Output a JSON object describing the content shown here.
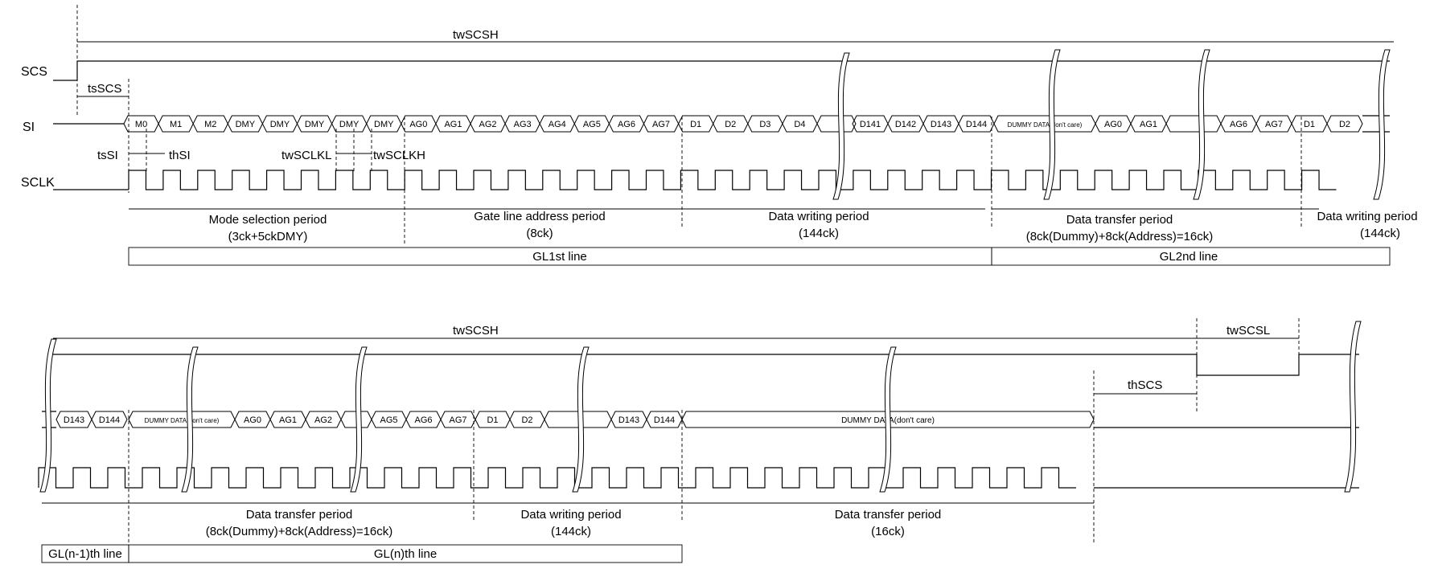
{
  "signals": {
    "scs": "SCS",
    "si": "SI",
    "sclk": "SCLK"
  },
  "timing": {
    "twSCSH": "twSCSH",
    "tsSCS": "tsSCS",
    "tsSI": "tsSI",
    "thSI": "thSI",
    "twSCLKL": "twSCLKL",
    "twSCLKH": "twSCLKH",
    "thSCS": "thSCS",
    "twSCSL": "twSCSL"
  },
  "top": {
    "si_cells_a": [
      "M0",
      "M1",
      "M2",
      "DMY",
      "DMY",
      "DMY",
      "DMY",
      "DMY",
      "AG0",
      "AG1",
      "AG2",
      "AG3",
      "AG4",
      "AG5",
      "AG6",
      "AG7",
      "D1",
      "D2",
      "D3",
      "D4"
    ],
    "si_cells_b": [
      "D141",
      "D142",
      "D143",
      "D144"
    ],
    "dummy": "DUMMY DATA(don't care)",
    "si_cells_c": [
      "AG0",
      "AG1"
    ],
    "si_cells_d": [
      "AG6",
      "AG7",
      "D1",
      "D2"
    ],
    "periods": [
      {
        "name": "Mode selection period",
        "sub": "(3ck+5ckDMY)"
      },
      {
        "name": "Gate line address period",
        "sub": "(8ck)"
      },
      {
        "name": "Data writing period",
        "sub": "(144ck)"
      },
      {
        "name": "Data transfer period",
        "sub": "(8ck(Dummy)+8ck(Address)=16ck)"
      },
      {
        "name": "Data writing period",
        "sub": "(144ck)"
      }
    ],
    "lines": [
      "GL1st line",
      "GL2nd line"
    ]
  },
  "bottom": {
    "si_cells_a": [
      "D143",
      "D144"
    ],
    "dummy": "DUMMY DATA(don't care)",
    "si_cells_b": [
      "AG0",
      "AG1",
      "AG2"
    ],
    "si_cells_c": [
      "AG5",
      "AG6",
      "AG7",
      "D1",
      "D2"
    ],
    "si_cells_d": [
      "D143",
      "D144"
    ],
    "dummy_long": "DUMMY DATA(don't care)",
    "periods": [
      {
        "name": "Data transfer period",
        "sub": "(8ck(Dummy)+8ck(Address)=16ck)"
      },
      {
        "name": "Data writing period",
        "sub": "(144ck)"
      },
      {
        "name": "Data transfer period",
        "sub": "(16ck)"
      }
    ],
    "lines": [
      "GL(n-1)th  line",
      "GL(n)th  line"
    ]
  }
}
